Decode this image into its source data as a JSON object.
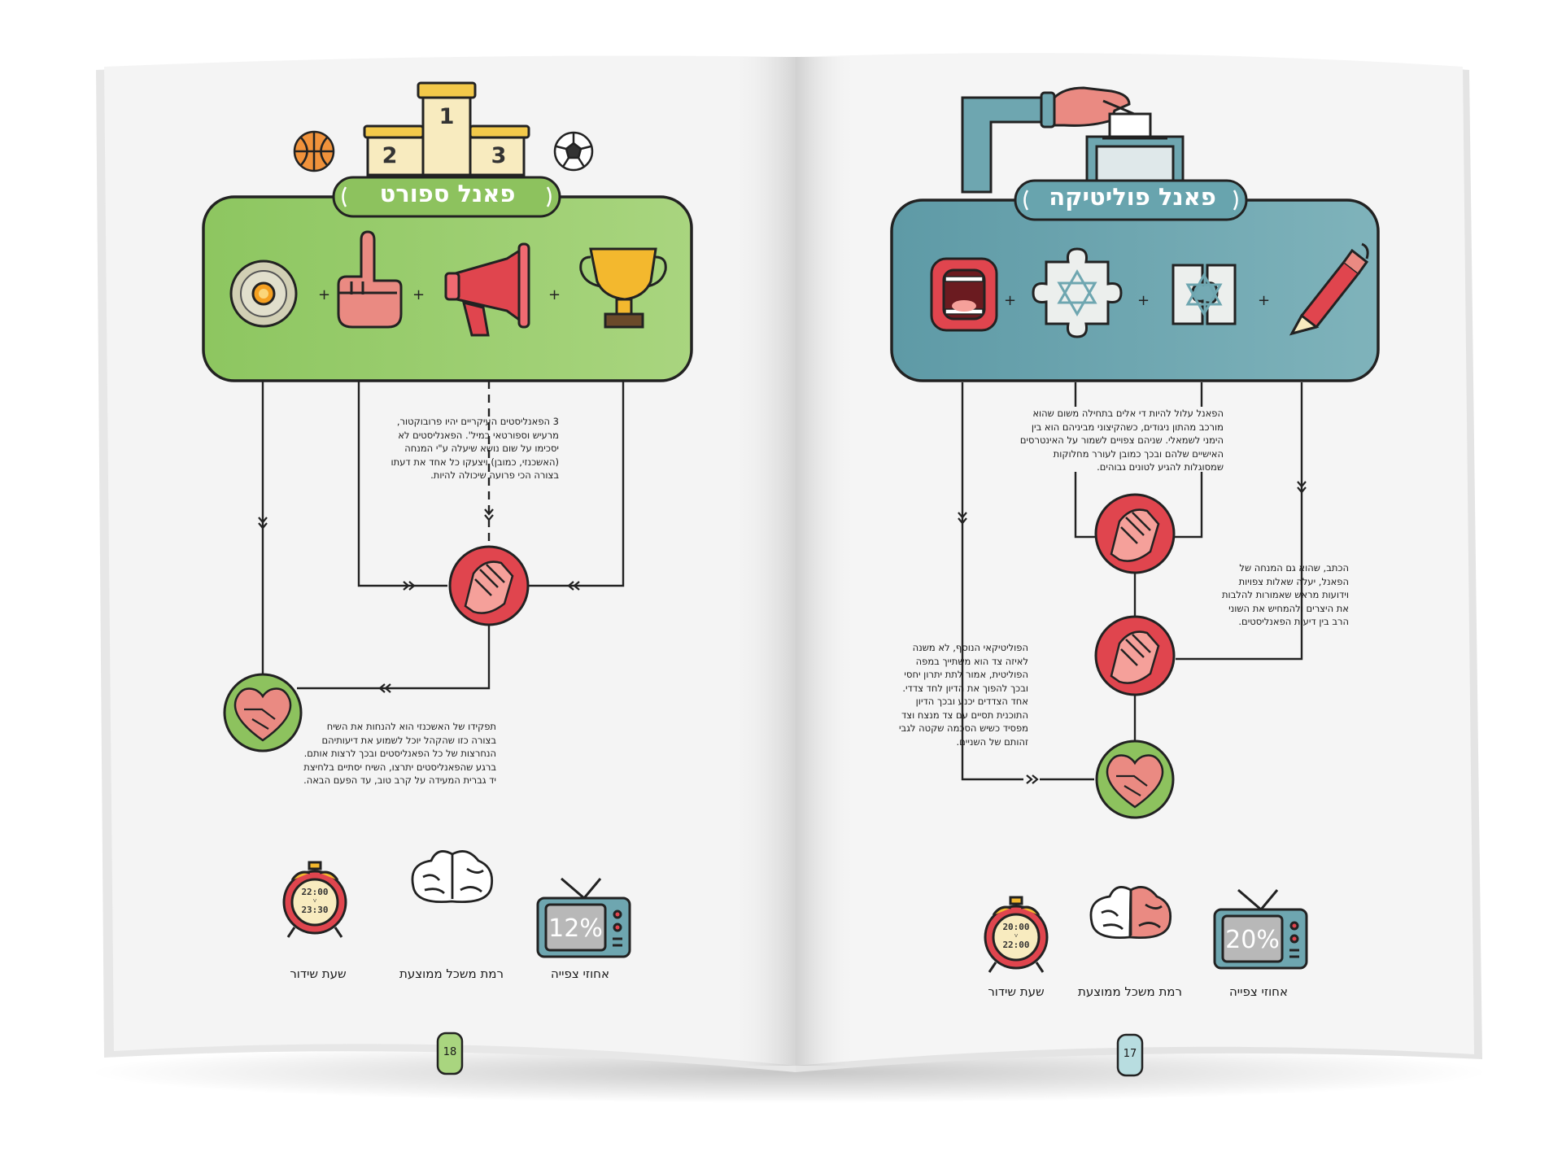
{
  "left_page": {
    "panel_title": "פאנל ספורט",
    "panel_color": "#9ccf72",
    "podium": [
      "1",
      "2",
      "3"
    ],
    "icons": [
      "gong-icon",
      "middle-finger-icon",
      "megaphone-icon",
      "trophy-icon"
    ],
    "text_panelists": "3 הפאנליסטים העיקריים יהיו פרובוקטור, מרעיש וספורטאי במיל'. הפאנליסטים לא יסכימו על שום נושא שיעלה ע\"י המנחה (האשכנזי, כמובן) ויצעקו כל אחד את דעתו בצורה הכי פרועה שיכולה להיות.",
    "text_host": "תפקידו של האשכנזי הוא להנחות את השיח בצורה כזו שהקהל יוכל לשמוע את דיעותיהם הנחרצות של כל הפאנליסטים ובכך לרצות אותם. ברגע שהפאנליסטים יתרצו, השיח יסתיים בלחיצת יד גברית המעידה על קרב טוב, עד הפעם הבאה.",
    "clock_start": "22:00",
    "clock_end": "23:30",
    "tv_percent": "12%",
    "stat_broadcast": "שעת שידור",
    "stat_intelligence": "רמת משכל ממוצעת",
    "stat_ratings": "אחוזי צפייה",
    "page_number": "18"
  },
  "right_page": {
    "panel_title": "פאנל פוליטיקה",
    "panel_color": "#6ea6b0",
    "icons": [
      "mouth-icon",
      "star-of-david-puzzle-icon",
      "split-puzzle-icon",
      "pencil-icon"
    ],
    "text_panel": "הפאנל עלול להיות די אלים בתחילה משום שהוא מורכב מהתון ניגודים, כשהקיצוני מביניהם הוא בין הימני לשמאלי. שניהם צפויים לשמור על האינטרסים האישיים שלהם ובכך כמובן לעורר מחלוקות שמסוגלות להגיע לטונים גבוהים.",
    "text_writer": "הכתב, שהוא גם המנחה של הפאנל, יעלה שאלות צפויות וידועות מראש שאמורות להלבות את היצרים ולהמחיש את השוני הרב בין דיעות הפאנליסטים.",
    "text_politician": "הפוליטיקאי הנוסף, לא משנה לאיזה צד הוא משתייך במפה הפוליטית, אמור לתת יתרון יחסי ובכך להפוך את הדיון לחד צדדי. אחד הצדדים יכנע ובכך הדיון התוכנית תסיים עם צד מנצח וצד מפסיד כשיש הסכמה שקטה לגבי זהותם של השניים.",
    "clock_start": "20:00",
    "clock_end": "22:00",
    "tv_percent": "20%",
    "stat_broadcast": "שעת שידור",
    "stat_intelligence": "רמת משכל ממוצעת",
    "stat_ratings": "אחוזי צפייה",
    "page_number": "17"
  }
}
